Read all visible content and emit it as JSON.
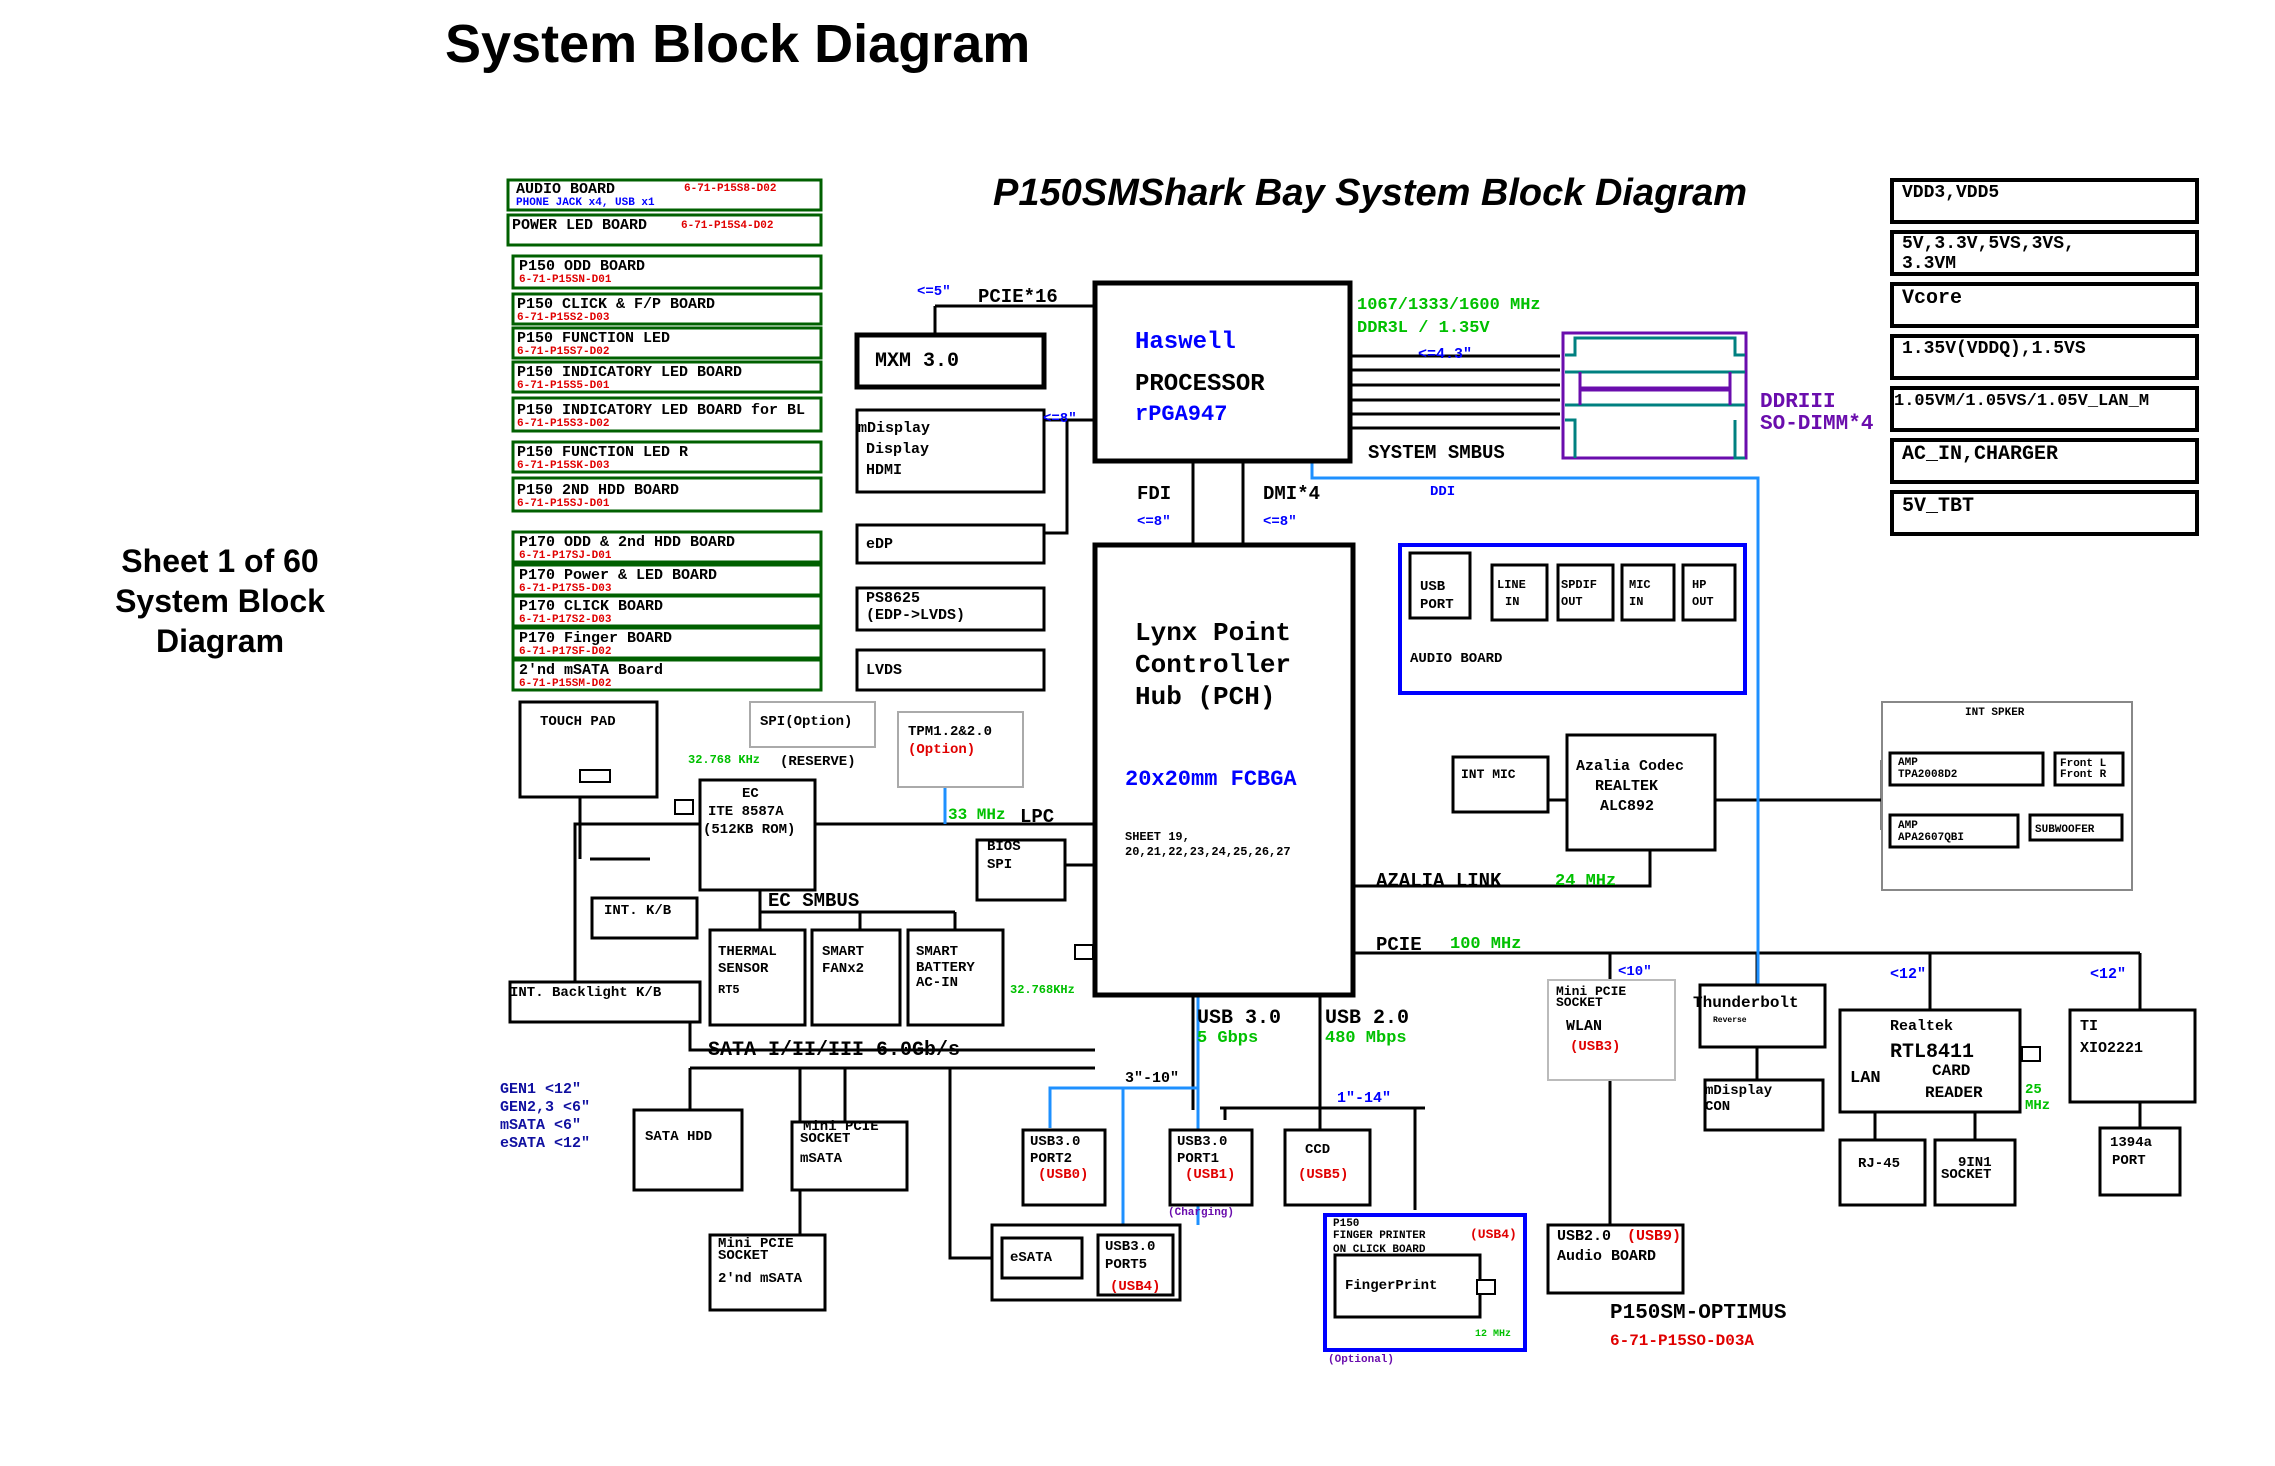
{
  "page_title": "System Block Diagram",
  "sheet_info": [
    "Sheet 1 of 60",
    "System Block",
    "Diagram"
  ],
  "diagram_title": "P150SMShark Bay System Block Diagram",
  "colors": {
    "black": "#000000",
    "red": "#e00000",
    "green": "#00c000",
    "blue": "#0000ff",
    "darkgreen": "#006000",
    "purple": "#6a0dad",
    "teal": "#008080",
    "lightblue": "#1e90ff",
    "navy": "#1010a0"
  },
  "boards": [
    {
      "name": "AUDIO BOARD",
      "code": "6-71-P15S8-D02",
      "sub": "PHONE JACK x4, USB x1"
    },
    {
      "name": "POWER LED BOARD",
      "code": "6-71-P15S4-D02"
    },
    {
      "name": "P150 ODD BOARD",
      "code": "6-71-P15SN-D01"
    },
    {
      "name": "P150 CLICK & F/P BOARD",
      "code": "6-71-P15S2-D03"
    },
    {
      "name": "P150 FUNCTION LED",
      "code": "6-71-P15S7-D02"
    },
    {
      "name": "P150 INDICATORY LED BOARD",
      "code": "6-71-P15S5-D01"
    },
    {
      "name": "P150 INDICATORY LED BOARD for BL",
      "code": "6-71-P15S3-D02"
    },
    {
      "name": "P150 FUNCTION LED R",
      "code": "6-71-P15SK-D03"
    },
    {
      "name": "P150 2ND HDD BOARD",
      "code": "6-71-P15SJ-D01"
    },
    {
      "name": "P170 ODD & 2nd HDD BOARD",
      "code": "6-71-P17SJ-D01"
    },
    {
      "name": "P170 Power & LED BOARD",
      "code": "6-71-P17S5-D03"
    },
    {
      "name": "P170 CLICK BOARD",
      "code": "6-71-P17S2-D03"
    },
    {
      "name": "P170 Finger BOARD",
      "code": "6-71-P17SF-D02"
    },
    {
      "name": "2'nd mSATA Board",
      "code": "6-71-P15SM-D02"
    }
  ],
  "power": [
    "VDD3,VDD5",
    "5V,3.3V,5VS,3VS,",
    "3.3VM",
    "Vcore",
    "1.35V(VDDQ),1.5VS",
    "1.05VM/1.05VS/1.05V_LAN_M",
    "AC_IN,CHARGER",
    "5V_TBT"
  ],
  "cpu": {
    "name": "Haswell",
    "line2": "PROCESSOR",
    "socket": "rPGA947"
  },
  "pch": {
    "l1": "Lynx Point",
    "l2": "Controller",
    "l3": "Hub (PCH)",
    "package": "20x20mm FCBGA",
    "sheet1": "SHEET 19,",
    "sheet2": "20,21,22,23,24,25,26,27"
  },
  "labels": {
    "pcie16": "PCIE*16",
    "le5": "<=5\"",
    "mxm": "MXM 3.0",
    "le8a": "<=8\"",
    "mdisp1": "mDisplay",
    "mdisp2": "Display",
    "mdisp3": "HDMI",
    "edp": "eDP",
    "ps1": "PS8625",
    "ps2": "(EDP->LVDS)",
    "lvds": "LVDS",
    "mem1": "1067/1333/1600 MHz",
    "mem2": "DDR3L / 1.35V",
    "le43": "<=4.3\"",
    "dimm1": "DDRIII",
    "dimm2": "SO-DIMM*4",
    "smbus": "SYSTEM SMBUS",
    "fdi": "FDI",
    "dmi": "DMI*4",
    "le8b": "<=8\"",
    "le8c": "<=8\"",
    "ddi": "DDI",
    "usbport1": "USB",
    "usbport2": "PORT",
    "linein1": "LINE",
    "linein2": "IN",
    "spdif1": "SPDIF",
    "spdif2": "OUT",
    "mic1": "MIC",
    "mic2": "IN",
    "hp1": "HP",
    "hp2": "OUT",
    "audio_board": "AUDIO BOARD",
    "intspk": "INT SPKER",
    "amp1a": "AMP",
    "amp1b": "TPA2008D2",
    "front1": "Front L",
    "front2": "Front R",
    "amp2a": "AMP",
    "amp2b": "APA2607QBI",
    "subwoofer": "SUBWOOFER",
    "intmic": "INT MIC",
    "az1": "Azalia Codec",
    "az2": "REALTEK",
    "az3": "ALC892",
    "azlink": "AZALIA LINK",
    "mhz24": "24 MHz",
    "pcie": "PCIE",
    "mhz100": "100 MHz",
    "touchpad": "TOUCH PAD",
    "spi": "SPI(Option)",
    "reserve": "(RESERVE)",
    "tpm1": "TPM1.2&2.0",
    "tpm2": "(Option)",
    "khz1": "32.768 KHz",
    "ec1": "EC",
    "ec2": "ITE 8587A",
    "ec3": "(512KB ROM)",
    "mhz33": "33 MHz",
    "lpc": "LPC",
    "bios1": "BIOS",
    "bios2": "SPI",
    "ecsmbus": "EC SMBUS",
    "intkb": "INT. K/B",
    "th1": "THERMAL",
    "th2": "SENSOR",
    "th3": "RT5",
    "fan1": "SMART",
    "fan2": "FANx2",
    "bat1": "SMART",
    "bat2": "BATTERY",
    "bat3": "AC-IN",
    "khz2": "32.768KHz",
    "backlight": "INT. Backlight K/B",
    "sata": "SATA I/II/III 6.0Gb/s",
    "usb3": "USB 3.0",
    "gbps5": "5 Gbps",
    "usb2": "USB 2.0",
    "mbps480": "480 Mbps",
    "gen1": "GEN1 <12\"",
    "gen23": "GEN2,3 <6\"",
    "msata": "mSATA <6\"",
    "esata_len": "eSATA <12\"",
    "satahdd": "SATA HDD",
    "mp1a": "Mini PCIE",
    "mp1b": "SOCKET",
    "mp1c": "mSATA",
    "mp2a": "Mini PCIE",
    "mp2b": "SOCKET",
    "mp2c": "2'nd mSATA",
    "len310": "3\"-10\"",
    "len114": "1\"-14\"",
    "p2a": "USB3.0",
    "p2b": "PORT2",
    "p2c": "(USB0)",
    "p1a": "USB3.0",
    "p1b": "PORT1",
    "p1c": "(USB1)",
    "charging": "(Charging)",
    "ccd1": "CCD",
    "ccd2": "(USB5)",
    "esata": "eSATA",
    "p5a": "USB3.0",
    "p5b": "PORT5",
    "p5c": "(USB4)",
    "fp1": "P150",
    "fp2": "FINGER PRINTER",
    "fp3": "(USB4)",
    "fp4": "ON CLICK BOARD",
    "fp5": "FingerPrint",
    "mhz12": "12 MHz",
    "optional": "(Optional)",
    "le10": "<10\"",
    "wl1": "Mini PCIE",
    "wl2": "SOCKET",
    "wl3": "WLAN",
    "wl4": "(USB3)",
    "tb1": "Thunderbolt",
    "tb2": "Reverse",
    "md1": "mDisplay",
    "md2": "CON",
    "le12a": "<12\"",
    "rt1": "Realtek",
    "rt2": "RTL8411",
    "rt3": "LAN",
    "rt4": "CARD",
    "rt5": "READER",
    "mhz25a": "25",
    "mhz25b": "MHz",
    "rj45": "RJ-45",
    "nin1": "9IN1",
    "nin2": "SOCKET",
    "le12b": "<12\"",
    "ti1": "TI",
    "ti2": "XIO2221",
    "f1": "1394a",
    "f2": "PORT",
    "ua1": "USB2.0",
    "ua2": "(USB9)",
    "ua3": "Audio BOARD",
    "model": "P150SM-OPTIMUS",
    "model_code": "6-71-P15SO-D03A"
  }
}
